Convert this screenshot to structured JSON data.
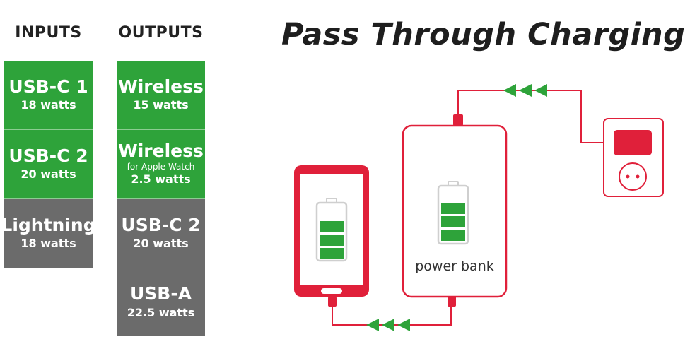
{
  "title": "Pass Through Charging",
  "inputs": {
    "header": "INPUTS",
    "items": [
      {
        "name": "USB-C 1",
        "watts": "18 watts",
        "status": "green"
      },
      {
        "name": "USB-C 2",
        "watts": "20 watts",
        "status": "green"
      },
      {
        "name": "Lightning",
        "watts": "18 watts",
        "status": "gray"
      }
    ]
  },
  "outputs": {
    "header": "OUTPUTS",
    "items": [
      {
        "name": "Wireless",
        "sub": "",
        "watts": "15 watts",
        "status": "green"
      },
      {
        "name": "Wireless",
        "sub": "for Apple Watch",
        "watts": "2.5 watts",
        "status": "green"
      },
      {
        "name": "USB-C 2",
        "sub": "",
        "watts": "20 watts",
        "status": "gray"
      },
      {
        "name": "USB-A",
        "sub": "",
        "watts": "22.5 watts",
        "status": "gray"
      }
    ]
  },
  "diagram": {
    "power_bank_label": "power bank"
  },
  "colors": {
    "active": "#2ea33a",
    "inactive": "#6b6b6b",
    "accent": "#e0203a",
    "arrow": "#2ea33a"
  }
}
